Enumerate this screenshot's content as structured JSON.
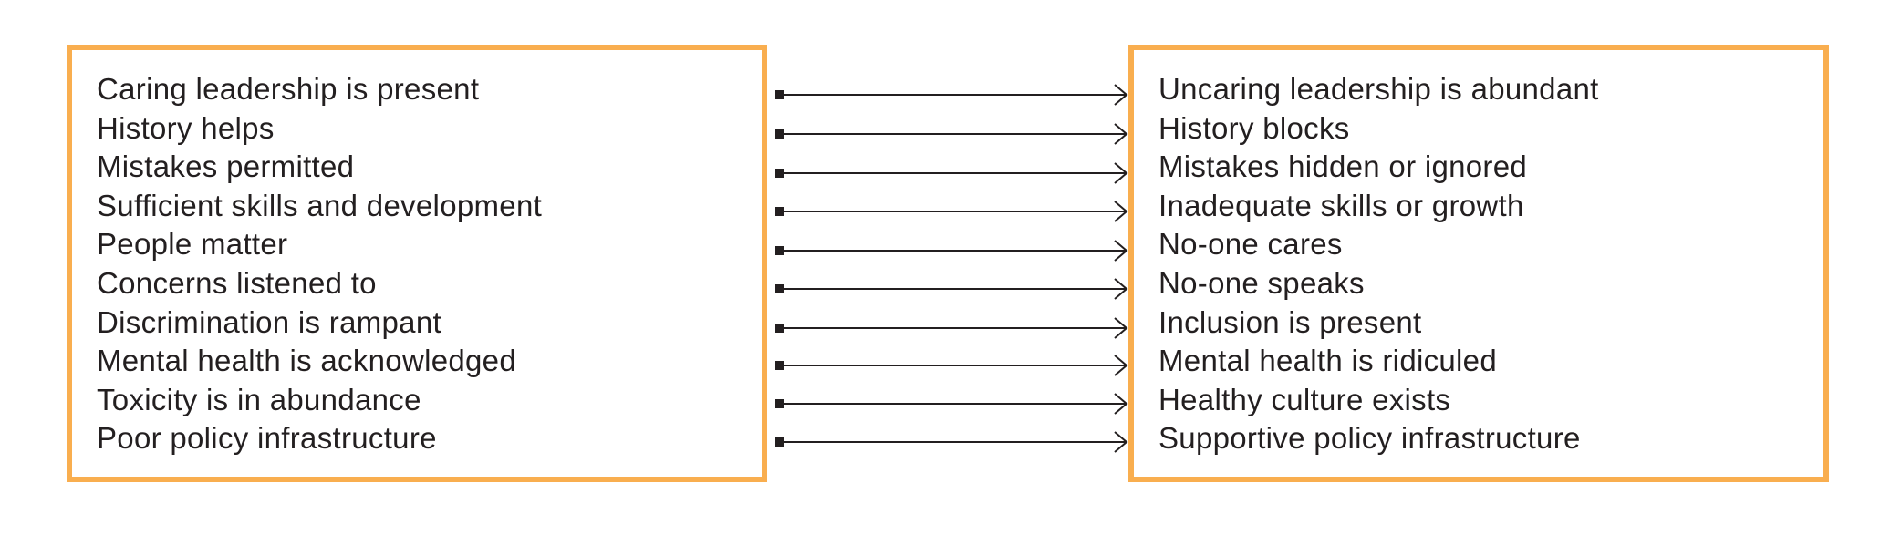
{
  "left_items": [
    "Caring leadership is present",
    "History helps",
    "Mistakes permitted",
    "Sufficient skills and development",
    "People matter",
    "Concerns listened to",
    "Discrimination is rampant",
    "Mental health is acknowledged",
    "Toxicity is in abundance",
    "Poor policy infrastructure"
  ],
  "right_items": [
    "Uncaring leadership is abundant",
    "History blocks",
    "Mistakes hidden or ignored",
    "Inadequate skills or growth",
    "No-one cares",
    "No-one speaks",
    "Inclusion is present",
    "Mental health is ridiculed",
    "Healthy culture exists",
    "Supportive policy infrastructure"
  ],
  "colors": {
    "border": "#f9ae4f",
    "text": "#231f20",
    "arrow": "#231f20"
  }
}
